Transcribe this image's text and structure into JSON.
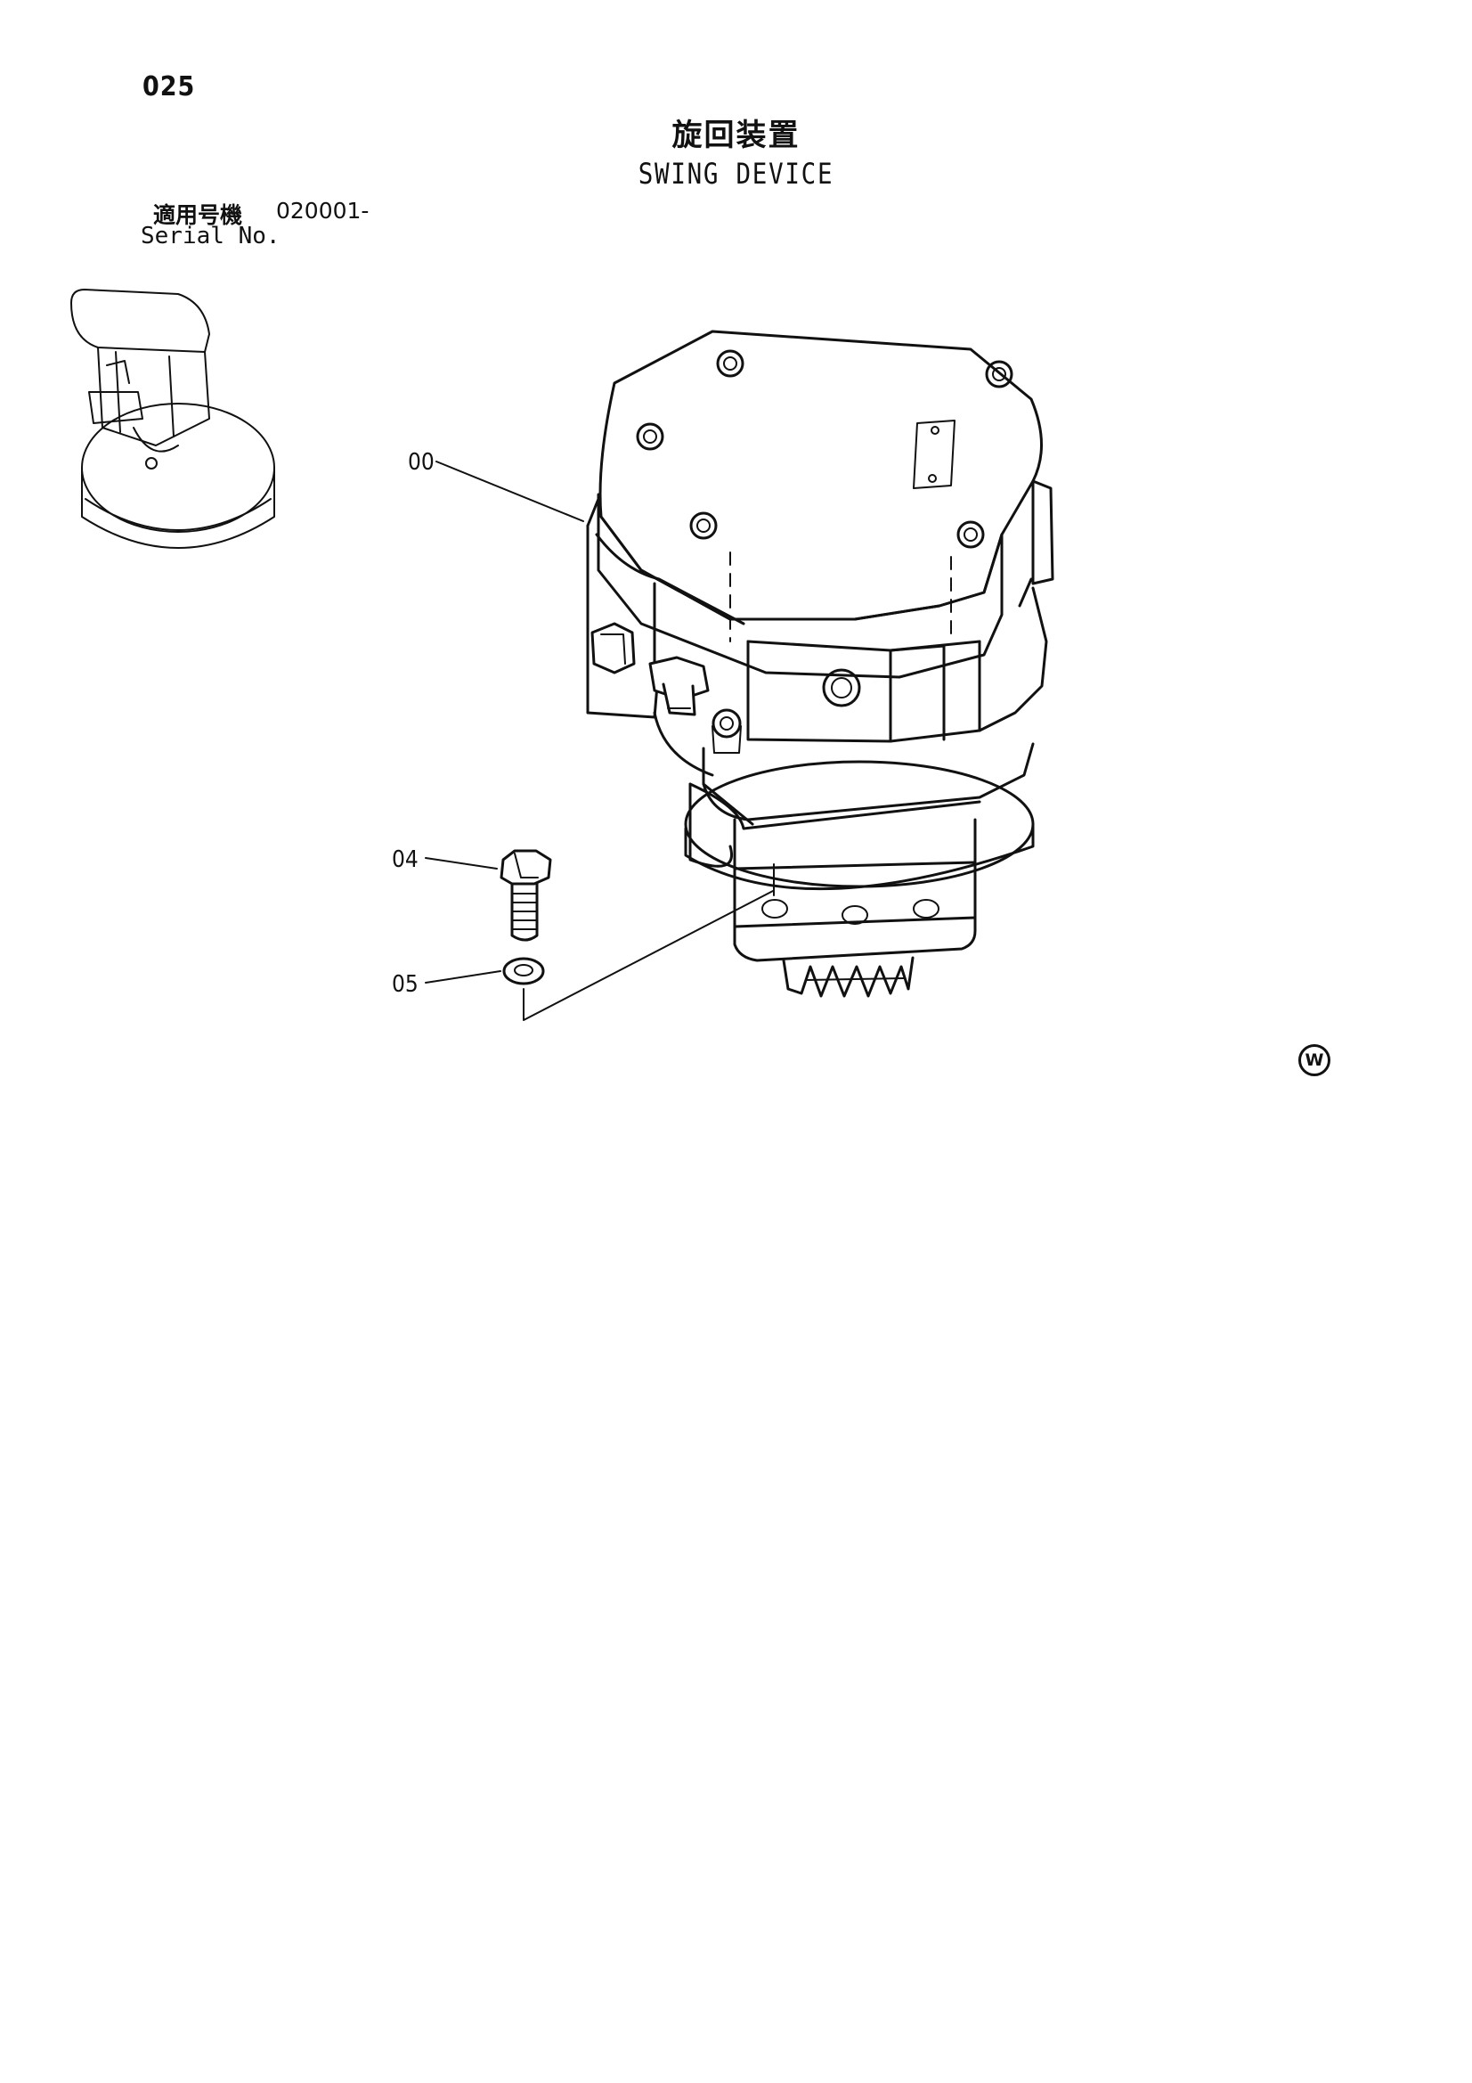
{
  "page": {
    "number": "025",
    "title_jp": "旋回装置",
    "title_en": "SWING DEVICE"
  },
  "serial": {
    "label_jp": "適用号機",
    "value": "020001-",
    "label_en": "Serial No."
  },
  "callouts": [
    {
      "number": "00",
      "part": "swing device assembly"
    },
    {
      "number": "04",
      "part": "bolt"
    },
    {
      "number": "05",
      "part": "washer"
    }
  ],
  "watermark": {
    "symbol": "W"
  },
  "icons": {
    "location_thumbnail": "machine-location-icon",
    "assembly": "swing-motor-drawing",
    "bolt": "bolt-icon",
    "washer": "washer-icon"
  }
}
